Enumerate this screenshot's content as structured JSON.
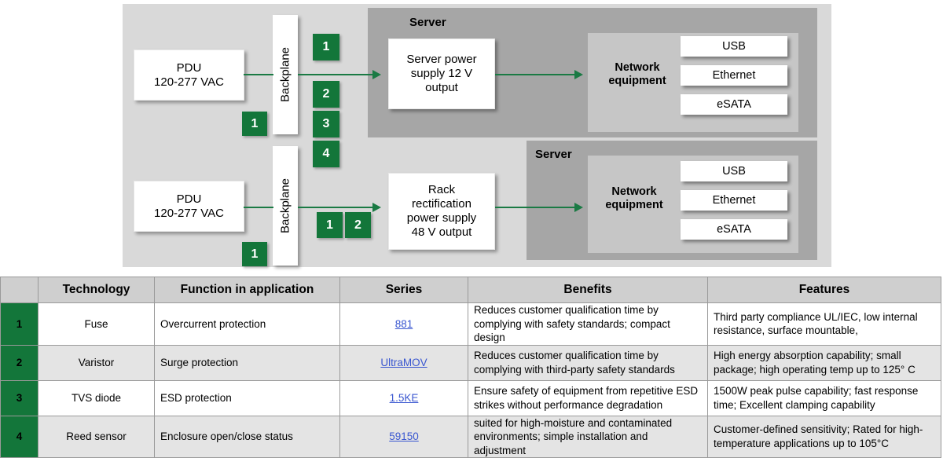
{
  "diagram": {
    "panel_label": "power-distribution-diagram",
    "accent_green": "#13763a",
    "line_green": "#1a7a44",
    "panel_bg": "#d9d9d9",
    "server_bg": "#a6a6a6",
    "network_bg": "#c6c6c6",
    "top_chain": {
      "pdu": "PDU\n120-277 VAC",
      "pdu_line1": "PDU",
      "pdu_line2": "120-277 VAC",
      "pdu_badge": "1",
      "backplane": "Backplane",
      "backplane_badges": [
        "1",
        "2",
        "3",
        "4"
      ],
      "server_title": "Server",
      "power_supply_line1": "Server power",
      "power_supply_line2": "supply 12 V",
      "power_supply_line3": "output",
      "network_label_line1": "Network",
      "network_label_line2": "equipment",
      "ports": [
        "USB",
        "Ethernet",
        "eSATA"
      ]
    },
    "bottom_chain": {
      "pdu_line1": "PDU",
      "pdu_line2": "120-277 VAC",
      "pdu_badge": "1",
      "backplane": "Backplane",
      "inline_badges": [
        "1",
        "2"
      ],
      "server_title": "Server",
      "power_supply_line1": "Rack",
      "power_supply_line2": "rectification",
      "power_supply_line3": "power supply",
      "power_supply_line4": "48 V output",
      "network_label_line1": "Network",
      "network_label_line2": "equipment",
      "ports": [
        "USB",
        "Ethernet",
        "eSATA"
      ]
    }
  },
  "table": {
    "headers": [
      "",
      "Technology",
      "Function in application",
      "Series",
      "Benefits",
      "Features"
    ],
    "rows": [
      {
        "num": "1",
        "technology": "Fuse",
        "function": "Overcurrent protection",
        "series": "881",
        "benefits": "Reduces customer qualification time by complying with safety standards; compact design",
        "features": "Third party compliance UL/IEC, low internal resistance, surface mountable,"
      },
      {
        "num": "2",
        "technology": "Varistor",
        "function": "Surge protection",
        "series": "UltraMOV",
        "benefits": "Reduces customer qualification time by complying with third-party safety standards",
        "features": "High energy absorption capability; small package; high operating temp up to 125° C"
      },
      {
        "num": "3",
        "technology": "TVS diode",
        "function": "ESD protection",
        "series": "1.5KE",
        "benefits": "Ensure safety of equipment from repetitive ESD strikes  without performance degradation",
        "features": "1500W peak pulse capability; fast response time; Excellent clamping capability"
      },
      {
        "num": "4",
        "technology": "Reed sensor",
        "function": "Enclosure open/close status",
        "series": "59150",
        "benefits": "suited for high-moisture and contaminated environments; simple installation and adjustment",
        "features": "Customer-defined sensitivity; Rated for high-temperature applications up to 105°C"
      }
    ]
  }
}
